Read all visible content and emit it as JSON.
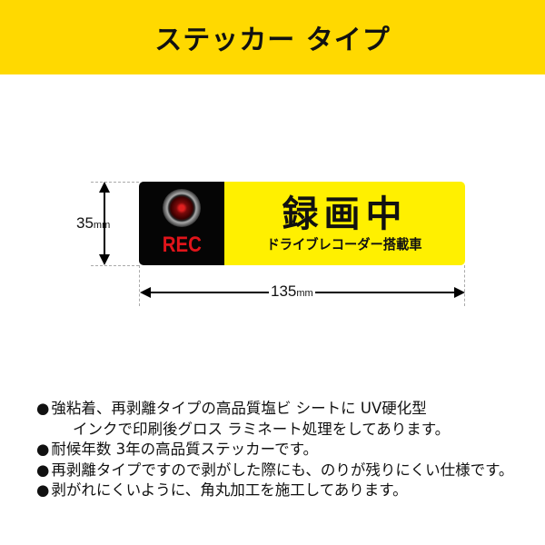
{
  "header": {
    "title": "ステッカー タイプ",
    "background": "#FFD900"
  },
  "sticker": {
    "rec_label": "REC",
    "main_text": "録画中",
    "sub_text": "ドライブレコーダー搭載車",
    "icon": "camera-lens-icon",
    "yellow": "#FFF000",
    "rec_color": "#E0141A"
  },
  "dimensions": {
    "height_value": "35",
    "width_value": "135",
    "unit": "mm"
  },
  "notes": [
    "強粘着、再剥離タイプの高品質塩ビ シートに UV硬化型",
    "インクで印刷後グロス ラミネート処理をしてあります。",
    "耐候年数 3年の高品質ステッカーです。",
    "再剥離タイプですので剥がした際にも、のりが残りにくい仕様です。",
    "剥がれにくいように、角丸加工を施工してあります。"
  ]
}
